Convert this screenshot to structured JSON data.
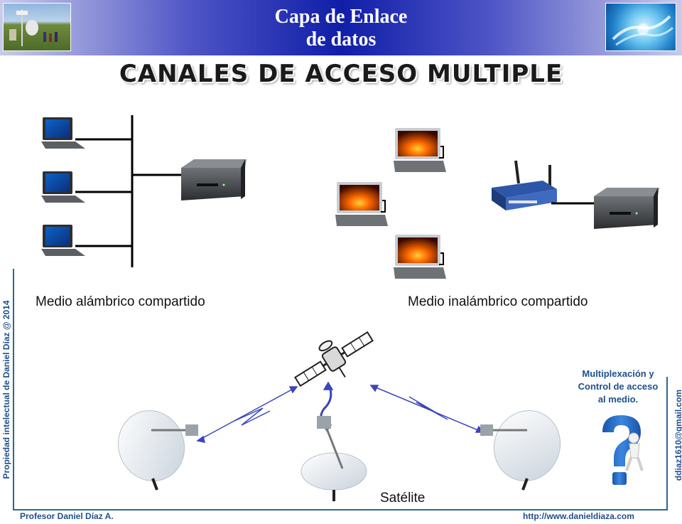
{
  "header": {
    "title_line1": "Capa de Enlace",
    "title_line2": "de datos"
  },
  "main_title": "CANALES DE ACCESO MULTIPLE",
  "labels": {
    "wired": "Medio alámbrico compartido",
    "wireless": "Medio inalámbrico compartido",
    "satellite": "Satélite"
  },
  "mux": {
    "line1": "Multiplexación y",
    "line2": "Control de acceso",
    "line3": "al medio."
  },
  "side_left": "Propiedad intelectual de Daniel Díaz @ 2014",
  "side_right": "ddiaz1610@gmail.com",
  "footer": {
    "author": "Profesor Daniel Díaz A.",
    "url": "http://www.danieldiaza.com"
  },
  "colors": {
    "header_blue": "#101ea8",
    "footer_text": "#1f4f8a",
    "question_blue": "#2a6fc9"
  }
}
